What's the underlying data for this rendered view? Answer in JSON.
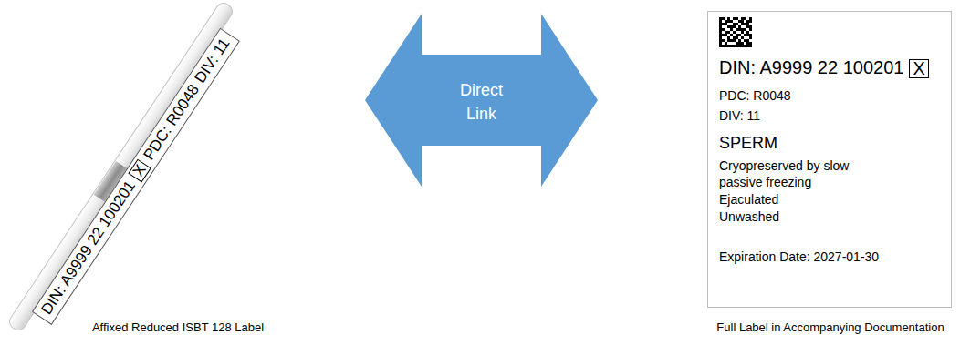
{
  "diagram": {
    "nodes": [
      {
        "text": [
          "DIN: A9999 22 100201",
          "X",
          "PDC: R0048",
          "DIV: 11"
        ]
      },
      {
        "text": [
          "Direct Link"
        ]
      },
      {
        "text": [
          "DIN: A9999 22 100201",
          "X",
          "PDC: R0048",
          "DIV: 11",
          "SPERM",
          "Cryopreserved by slow passive freezing",
          "Ejaculated",
          "Unwashed",
          "Expiration Date: 2027-01-30"
        ]
      }
    ],
    "labels": [
      "Affixed Reduced ISBT 128 Label",
      "Full Label in Accompanying Documentation"
    ]
  }
}
